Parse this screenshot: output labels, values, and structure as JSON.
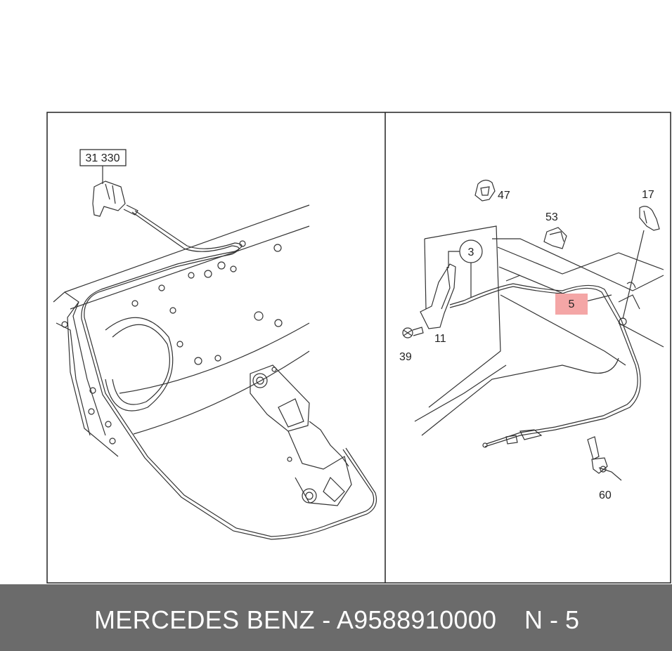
{
  "left_panel": {
    "ref_box_label": "31 330"
  },
  "right_panel": {
    "callouts": {
      "p47": "47",
      "p17": "17",
      "p53": "53",
      "p3": "3",
      "p5": "5",
      "p11": "11",
      "p39": "39",
      "p60": "60"
    },
    "highlight_color": "#f4a6a6"
  },
  "footer": {
    "brand_part": "MERCEDES BENZ - A9588910000",
    "ref": "N - 5",
    "background": "#6b6b6b"
  }
}
